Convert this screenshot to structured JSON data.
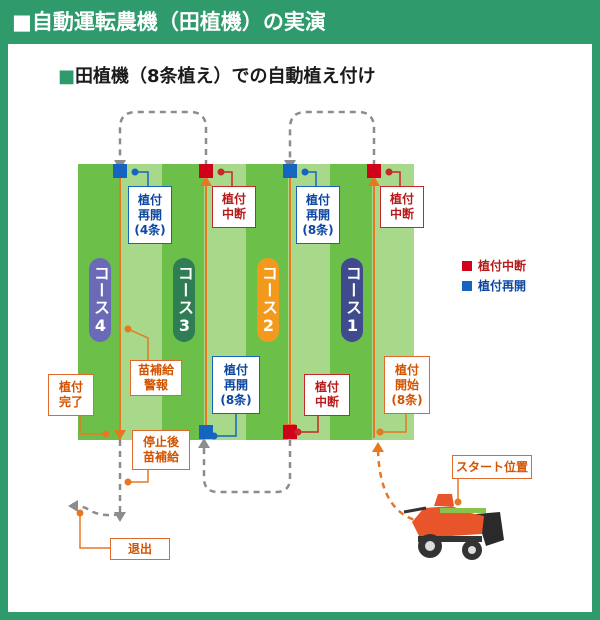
{
  "header": {
    "title": "■自動運転農機（田植機）の実演"
  },
  "subtitle": {
    "marker": "■",
    "text": "田植機（8条植え）での自動植え付け"
  },
  "courses": [
    {
      "label": "コース4",
      "color": "#6a6ab8"
    },
    {
      "label": "コース3",
      "color": "#2e7d55"
    },
    {
      "label": "コース2",
      "color": "#f39a1d"
    },
    {
      "label": "コース1",
      "color": "#3f4b8c"
    }
  ],
  "callouts": {
    "resume_4": "植付\n再開\n(4条)",
    "stop_top_1": "植付\n中断",
    "resume_8_top": "植付\n再開\n(8条)",
    "stop_top_2": "植付\n中断",
    "seedling_alarm": "苗補給\n警報",
    "resume_8_bottom": "植付\n再開\n(8条)",
    "stop_bottom": "植付\n中断",
    "start_8": "植付\n開始\n(8条)",
    "complete": "植付\n完了",
    "refill_after_stop": "停止後\n苗補給",
    "exit": "退出",
    "start_position": "スタート位置"
  },
  "legend": [
    {
      "label": "植付中断",
      "color": "#d0021b"
    },
    {
      "label": "植付再開",
      "color": "#1565c0"
    }
  ],
  "colors": {
    "field_dark": "#6cc04a",
    "field_light": "#a8d88a",
    "path_orange": "#e87722",
    "turn_gray": "#8c8c8c",
    "stop_red": "#d0021b",
    "resume_blue": "#1565c0",
    "tractor_orange": "#e8552b"
  }
}
